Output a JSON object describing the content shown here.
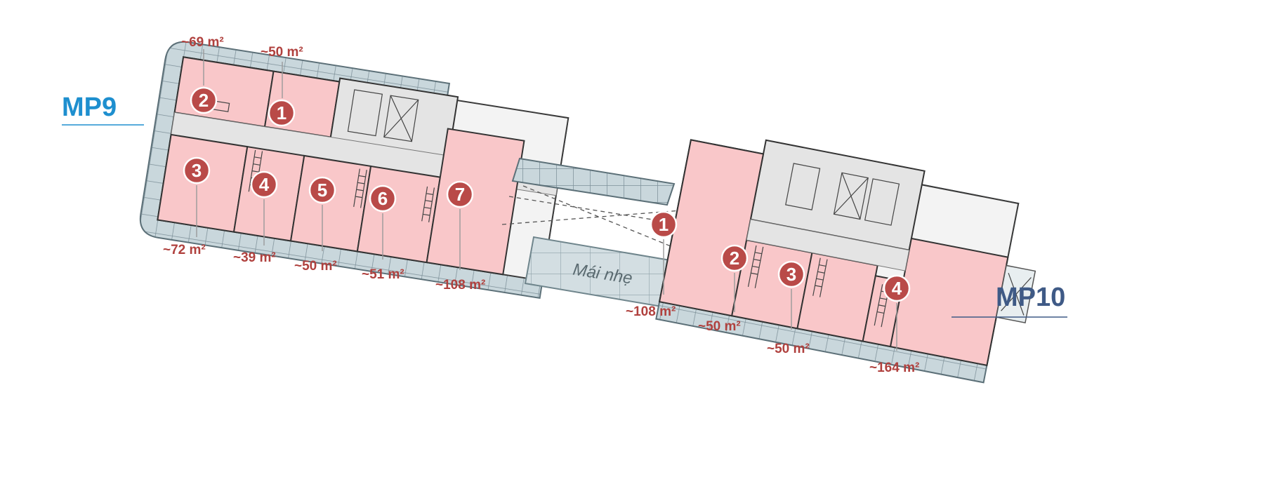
{
  "colors": {
    "unit_fill": "#f9c7c9",
    "core_fill": "#e4e4e4",
    "parking_fill": "#c9d7dc",
    "marker": "#b94a48",
    "area_text": "#b0413e",
    "mp9": "#1e8fcf",
    "mp10": "#3f5a86"
  },
  "towers": {
    "mp9": "MP9",
    "mp10": "MP10"
  },
  "roof_label": "Mái nhẹ",
  "mp9_units": [
    {
      "num": "1",
      "area": "~50 m²"
    },
    {
      "num": "2",
      "area": "~69 m²"
    },
    {
      "num": "3",
      "area": "~72 m²"
    },
    {
      "num": "4",
      "area": "~39 m²"
    },
    {
      "num": "5",
      "area": "~50 m²"
    },
    {
      "num": "6",
      "area": "~51 m²"
    },
    {
      "num": "7",
      "area": "~108 m²"
    }
  ],
  "mp10_units": [
    {
      "num": "1",
      "area": "~108 m²"
    },
    {
      "num": "2",
      "area": "~50 m²"
    },
    {
      "num": "3",
      "area": "~50 m²"
    },
    {
      "num": "4",
      "area": "~164 m²"
    }
  ]
}
